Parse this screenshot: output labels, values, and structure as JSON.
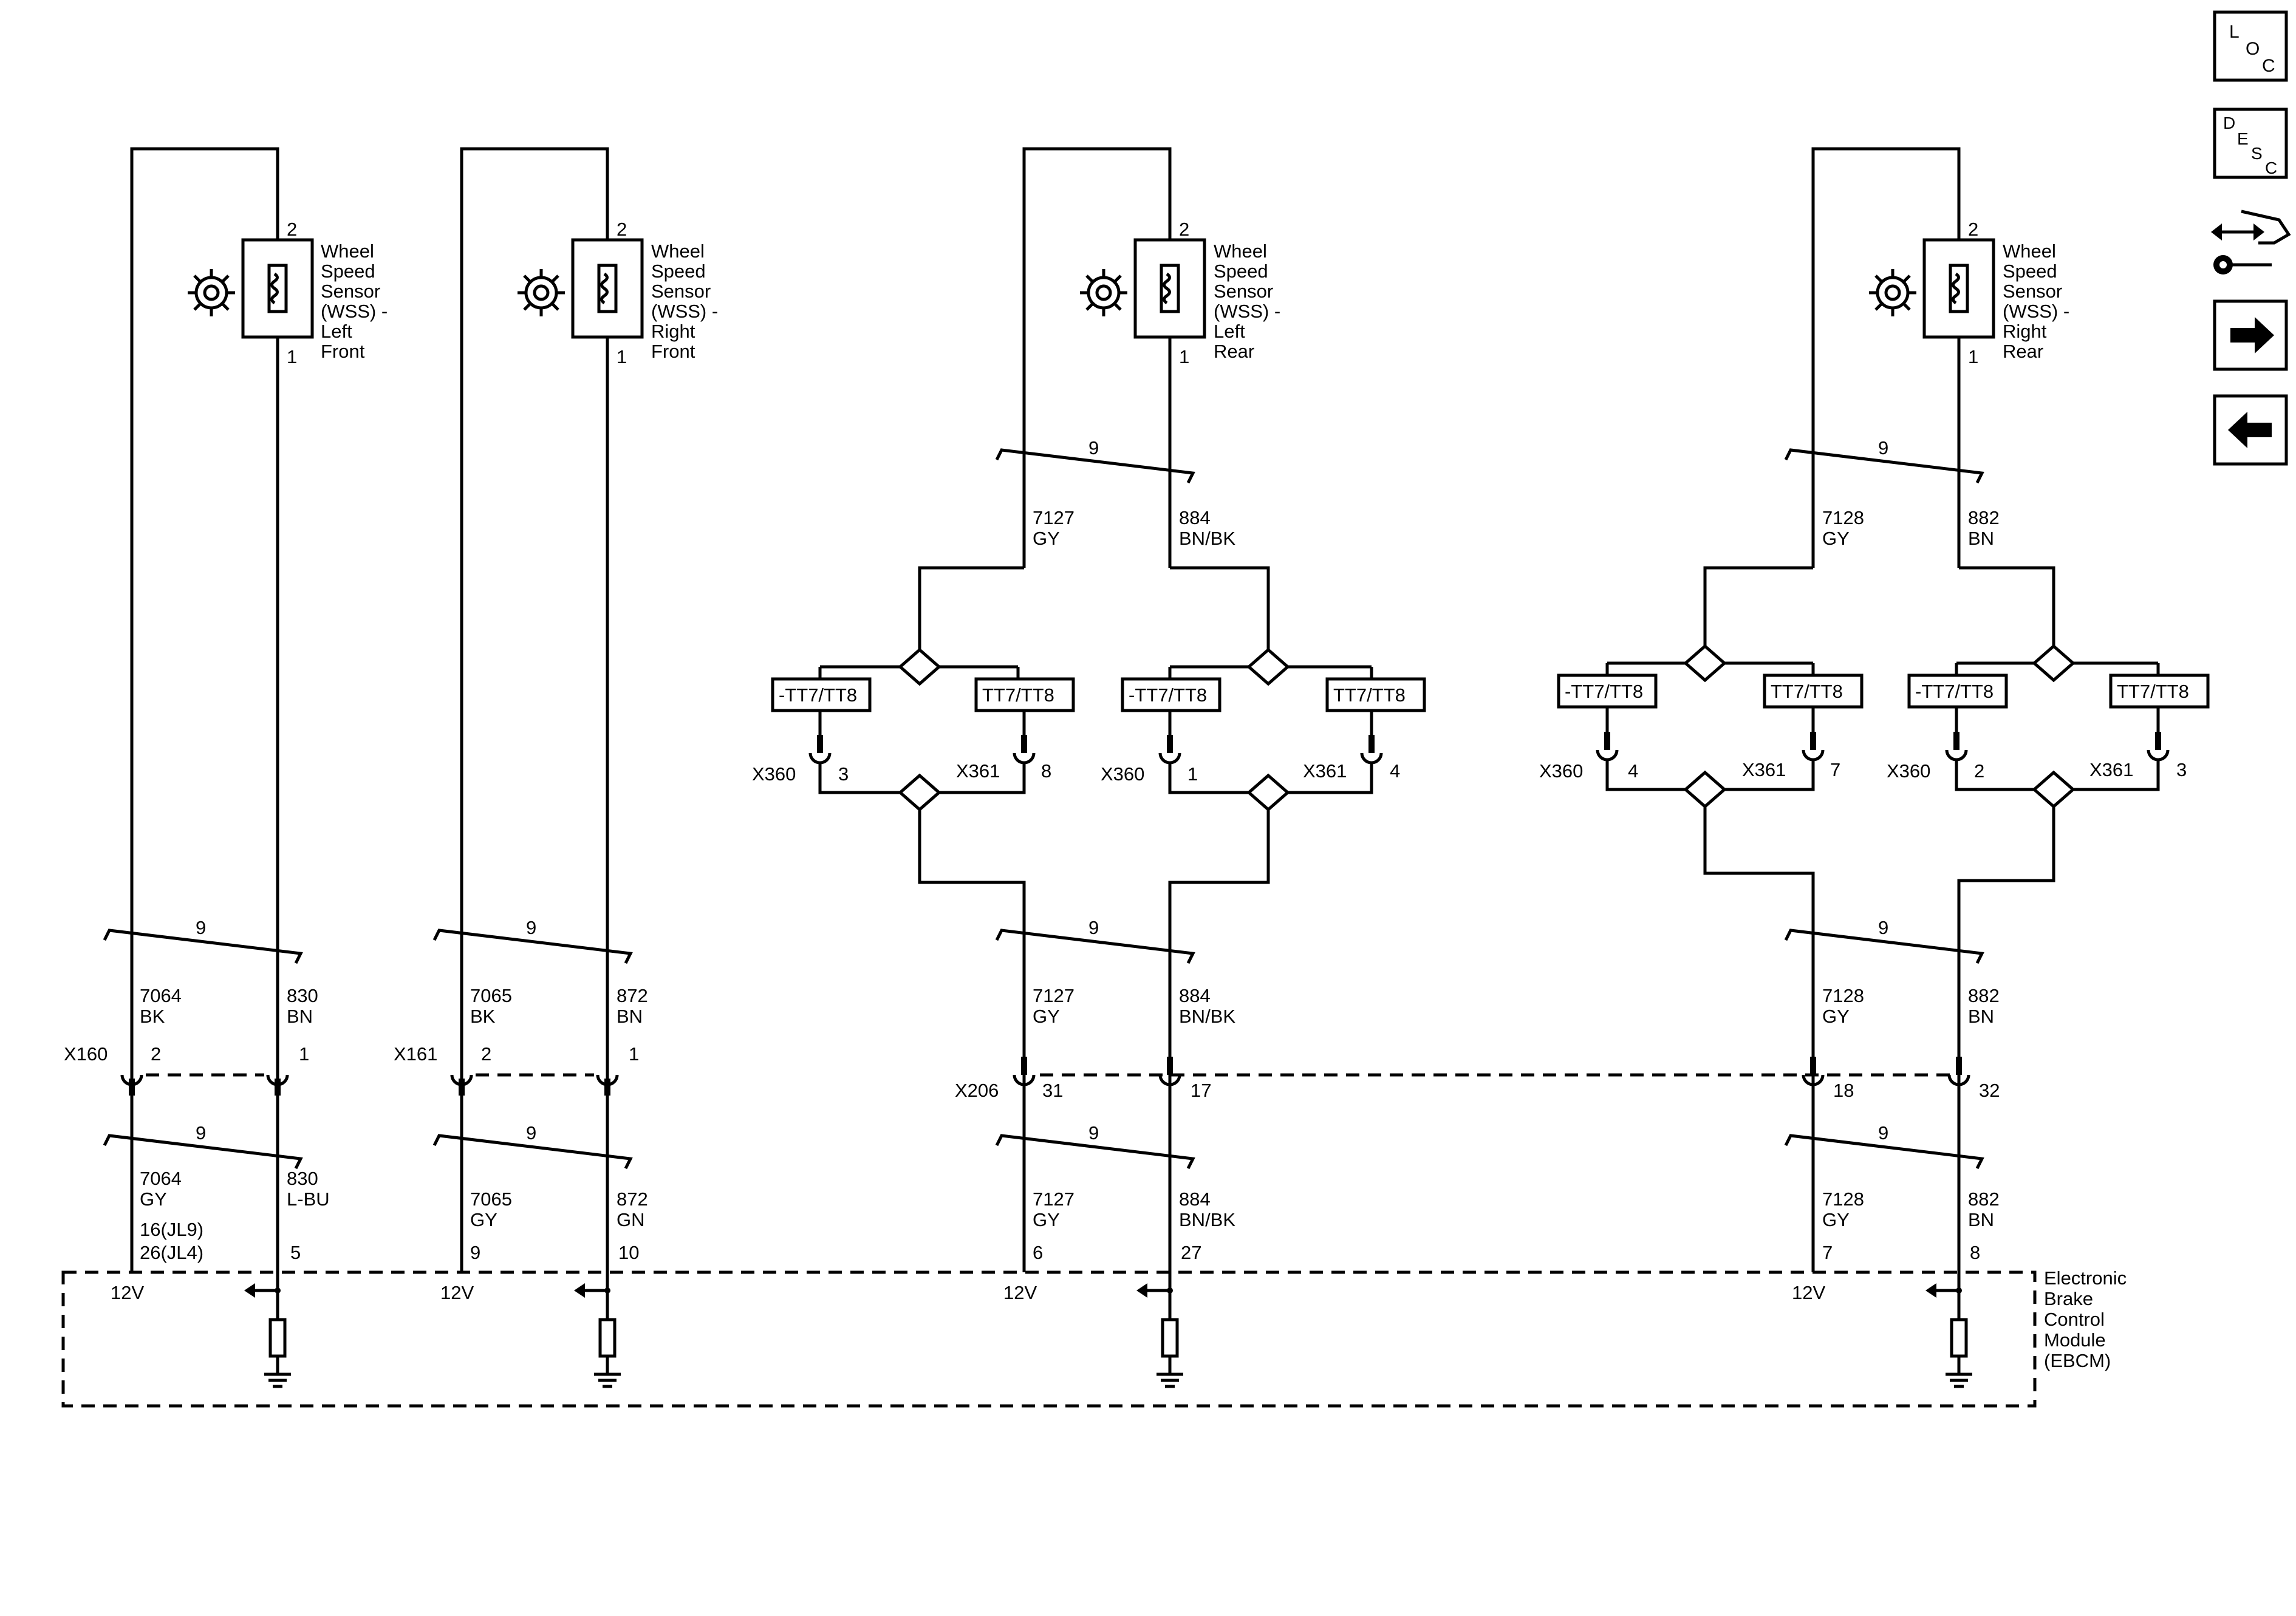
{
  "sensors": [
    {
      "name_lines": [
        "Wheel",
        "Speed",
        "Sensor",
        "(WSS) -",
        "Left",
        "Front"
      ],
      "pin_top": "2",
      "pin_bottom": "1"
    },
    {
      "name_lines": [
        "Wheel",
        "Speed",
        "Sensor",
        "(WSS) -",
        "Right",
        "Front"
      ],
      "pin_top": "2",
      "pin_bottom": "1"
    },
    {
      "name_lines": [
        "Wheel",
        "Speed",
        "Sensor",
        "(WSS) -",
        "Left",
        "Rear"
      ],
      "pin_top": "2",
      "pin_bottom": "1"
    },
    {
      "name_lines": [
        "Wheel",
        "Speed",
        "Sensor",
        "(WSS) -",
        "Right",
        "Rear"
      ],
      "pin_top": "2",
      "pin_bottom": "1"
    }
  ],
  "twist_label": "9",
  "rear_upper_wires": {
    "lr_left": [
      "7127",
      "GY"
    ],
    "lr_right": [
      "884",
      "BN/BK"
    ],
    "rr_left": [
      "7128",
      "GY"
    ],
    "rr_right": [
      "882",
      "BN"
    ]
  },
  "options": {
    "not_tt": "-TT7/TT8",
    "tt": "TT7/TT8"
  },
  "inline_connectors": {
    "x360": "X360",
    "x361": "X361",
    "lr_left_x360_pin": "3",
    "lr_left_x361_pin": "8",
    "lr_right_x360_pin": "1",
    "lr_right_x361_pin": "4",
    "rr_left_x360_pin": "4",
    "rr_left_x361_pin": "7",
    "rr_right_x360_pin": "2",
    "rr_right_x361_pin": "3"
  },
  "mid_wires": {
    "lf_left": [
      "7064",
      "BK"
    ],
    "lf_right": [
      "830",
      "BN"
    ],
    "rf_left": [
      "7065",
      "BK"
    ],
    "rf_right": [
      "872",
      "BN"
    ],
    "lr_left": [
      "7127",
      "GY"
    ],
    "lr_right": [
      "884",
      "BN/BK"
    ],
    "rr_left": [
      "7128",
      "GY"
    ],
    "rr_right": [
      "882",
      "BN"
    ]
  },
  "connectors": {
    "x160": "X160",
    "x160_pin_left": "2",
    "x160_pin_right": "1",
    "x161": "X161",
    "x161_pin_left": "2",
    "x161_pin_right": "1",
    "x206": "X206",
    "x206_pins": [
      "31",
      "17",
      "18",
      "32"
    ]
  },
  "lower_wires": {
    "lf_left": [
      "7064",
      "GY"
    ],
    "lf_right": [
      "830",
      "L-BU"
    ],
    "rf_left": [
      "7065",
      "GY"
    ],
    "rf_right": [
      "872",
      "GN"
    ],
    "lr_left": [
      "7127",
      "GY"
    ],
    "lr_right": [
      "884",
      "BN/BK"
    ],
    "rr_left": [
      "7128",
      "GY"
    ],
    "rr_right": [
      "882",
      "BN"
    ]
  },
  "lf_left_pin_variants": [
    "16(JL9)",
    "26(JL4)"
  ],
  "ebcm_pins": {
    "lf_right": "5",
    "rf_left": "9",
    "rf_right": "10",
    "lr_left": "6",
    "lr_right": "27",
    "rr_left": "7",
    "rr_right": "8"
  },
  "supply_label": "12V",
  "ebcm_lines": [
    "Electronic",
    "Brake",
    "Control",
    "Module",
    "(EBCM)"
  ],
  "nav": {
    "loc": {
      "l": "L",
      "o": "O",
      "c": "C"
    },
    "desc": {
      "d": "D",
      "e": "E",
      "s": "S",
      "c": "C"
    },
    "icons": [
      "connector-end-view-icon",
      "forward-arrow-icon",
      "back-arrow-icon"
    ]
  }
}
